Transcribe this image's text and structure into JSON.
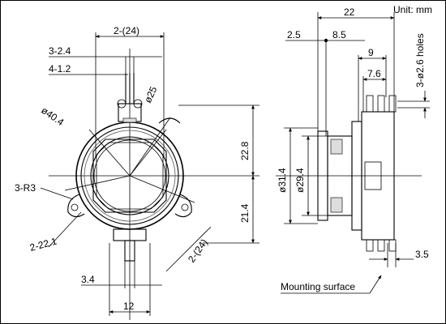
{
  "unit_label": "Unit: mm",
  "front_view": {
    "dims": {
      "top_width": "2-(24)",
      "pitch_small": "3-2.4",
      "pin_width": "4-1.2",
      "outer_dia": "ø40.4",
      "inner_dia": "ø25",
      "radius": "3-R3",
      "height_upper": "22.8",
      "height_lower": "21.4",
      "lower_left": "2-22.1",
      "lower_right": "2-(24)",
      "bottom_pin": "3.4",
      "bottom_width": "12"
    }
  },
  "side_view": {
    "dims": {
      "total_width": "22",
      "offset": "2.5",
      "offset2": "8.5",
      "w9": "9",
      "w76": "7.6",
      "holes": "3-ø2.6 holes",
      "dia_outer": "ø31.4",
      "dia_inner": "ø29.4",
      "lead_len": "3.5"
    },
    "mounting_label": "Mounting surface"
  }
}
